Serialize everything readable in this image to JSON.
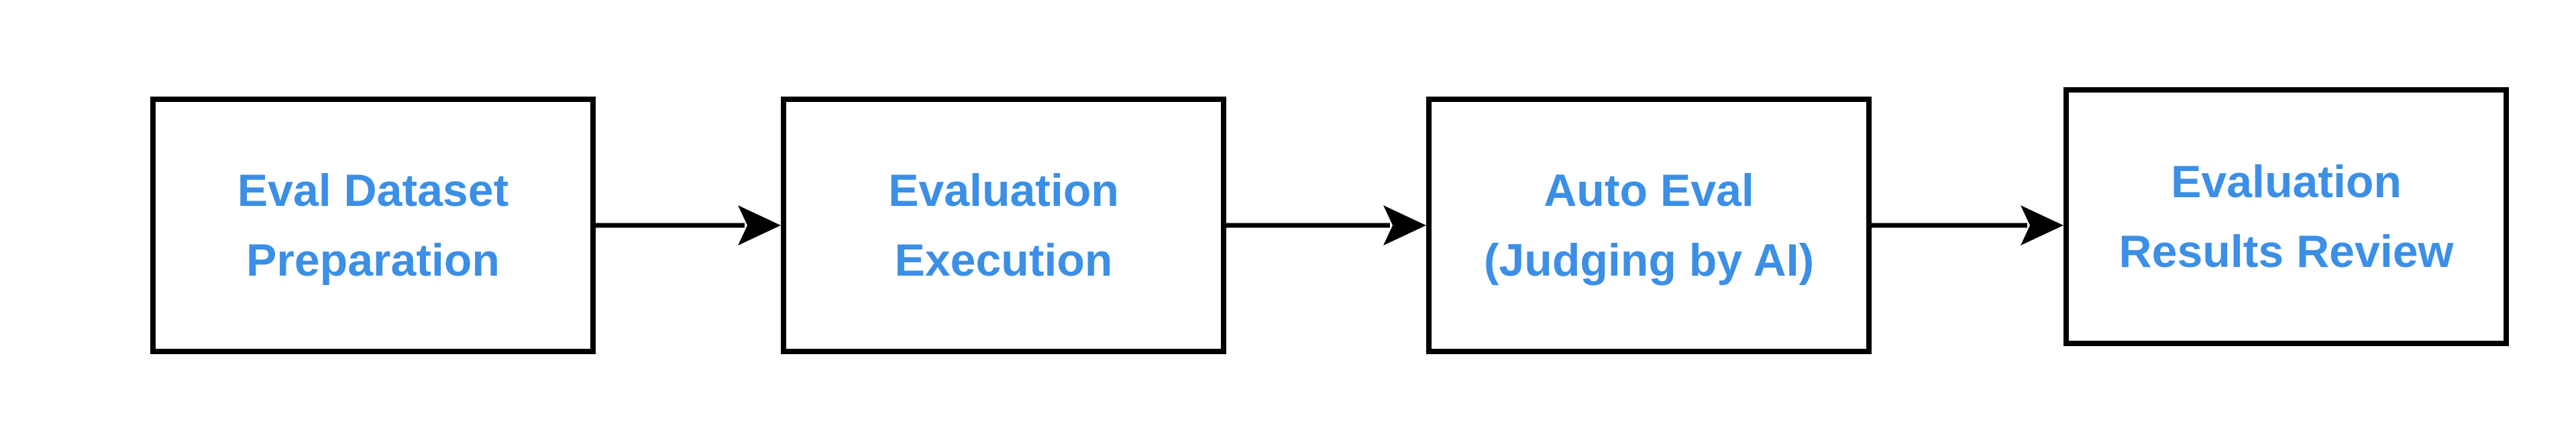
{
  "diagram": {
    "text_color": "#3b8fe6",
    "border_color": "#000000",
    "arrow_color": "#000000",
    "nodes": [
      {
        "id": "node-1",
        "label": "Eval Dataset\nPreparation"
      },
      {
        "id": "node-2",
        "label": "Evaluation\nExecution"
      },
      {
        "id": "node-3",
        "label": "Auto Eval\n(Judging by AI)"
      },
      {
        "id": "node-4",
        "label": "Evaluation\nResults Review"
      }
    ],
    "edges": [
      {
        "from": "node-1",
        "to": "node-2"
      },
      {
        "from": "node-2",
        "to": "node-3"
      },
      {
        "from": "node-3",
        "to": "node-4"
      }
    ]
  }
}
